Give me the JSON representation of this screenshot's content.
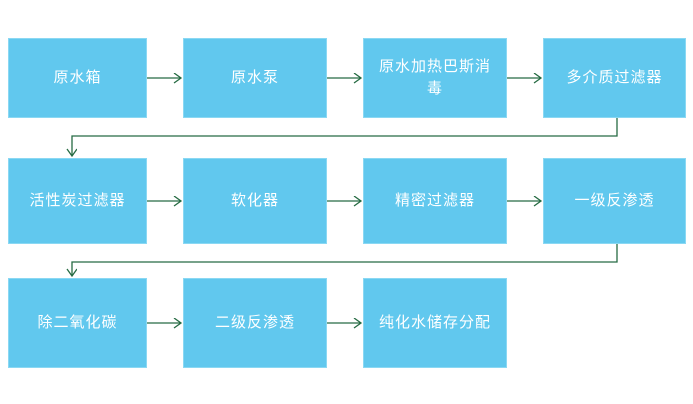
{
  "diagram": {
    "type": "flowchart",
    "description": "water purification process flow",
    "colors": {
      "background": "#ffffff",
      "node_fill": "#61c8ee",
      "node_border": "#8ad8f3",
      "node_text": "#ffffff",
      "connector": "#266b43"
    },
    "nodes": [
      {
        "id": "raw-water-tank",
        "label": "原水箱",
        "row": 0,
        "col": 0
      },
      {
        "id": "raw-water-pump",
        "label": "原水泵",
        "row": 0,
        "col": 1
      },
      {
        "id": "raw-water-heating-pasteurize",
        "label": "原水加热巴斯消毒",
        "row": 0,
        "col": 2
      },
      {
        "id": "multi-media-filter",
        "label": "多介质过滤器",
        "row": 0,
        "col": 3
      },
      {
        "id": "activated-carbon-filter",
        "label": "活性炭过滤器",
        "row": 1,
        "col": 0
      },
      {
        "id": "softener",
        "label": "软化器",
        "row": 1,
        "col": 1
      },
      {
        "id": "precision-filter",
        "label": "精密过滤器",
        "row": 1,
        "col": 2
      },
      {
        "id": "first-stage-reverse-osmosis",
        "label": "一级反渗透",
        "row": 1,
        "col": 3
      },
      {
        "id": "co2-removal",
        "label": "除二氧化碳",
        "row": 2,
        "col": 0
      },
      {
        "id": "second-stage-reverse-osmosis",
        "label": "二级反渗透",
        "row": 2,
        "col": 1
      },
      {
        "id": "purified-water-storage",
        "label": "纯化水储存分配",
        "row": 2,
        "col": 2
      }
    ],
    "edges": [
      {
        "from": "raw-water-tank",
        "to": "raw-water-pump",
        "type": "straight"
      },
      {
        "from": "raw-water-pump",
        "to": "raw-water-heating-pasteurize",
        "type": "straight"
      },
      {
        "from": "raw-water-heating-pasteurize",
        "to": "multi-media-filter",
        "type": "straight"
      },
      {
        "from": "multi-media-filter",
        "to": "activated-carbon-filter",
        "type": "elbow"
      },
      {
        "from": "activated-carbon-filter",
        "to": "softener",
        "type": "straight"
      },
      {
        "from": "softener",
        "to": "precision-filter",
        "type": "straight"
      },
      {
        "from": "precision-filter",
        "to": "first-stage-reverse-osmosis",
        "type": "straight"
      },
      {
        "from": "first-stage-reverse-osmosis",
        "to": "co2-removal",
        "type": "elbow"
      },
      {
        "from": "co2-removal",
        "to": "second-stage-reverse-osmosis",
        "type": "straight"
      },
      {
        "from": "second-stage-reverse-osmosis",
        "to": "purified-water-storage",
        "type": "straight"
      }
    ]
  }
}
